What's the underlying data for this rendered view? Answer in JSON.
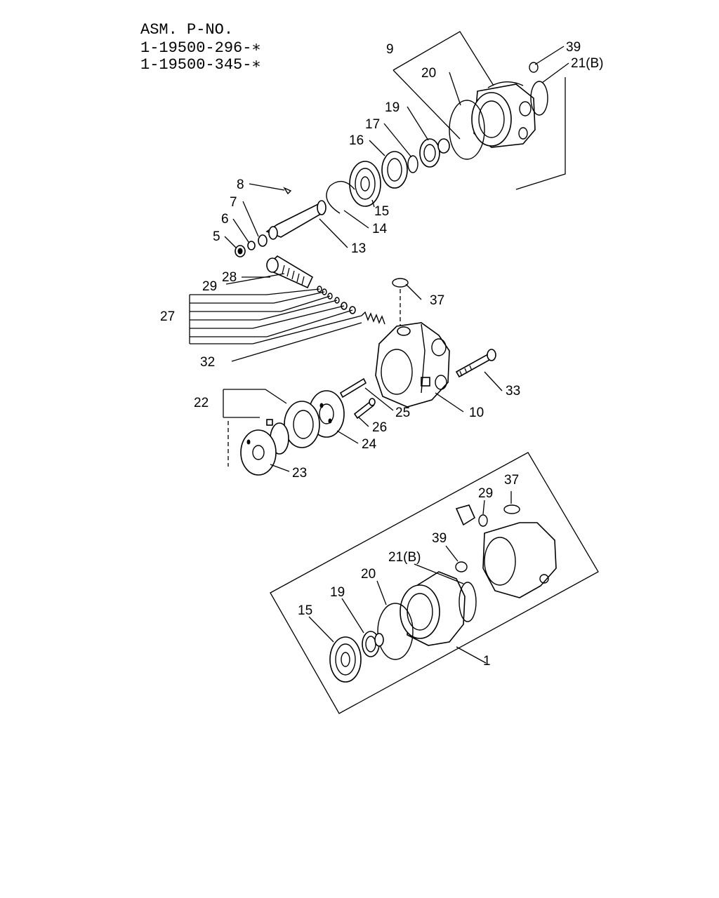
{
  "header": {
    "title": "ASM. P-NO.",
    "part_numbers": [
      "1-19500-296-∗",
      "1-19500-345-∗"
    ]
  },
  "callouts": {
    "c9": "9",
    "c39a": "39",
    "c21a": "21(B)",
    "c20a": "20",
    "c19a": "19",
    "c17": "17",
    "c16": "16",
    "c15a": "15",
    "c8": "8",
    "c7": "7",
    "c6": "6",
    "c5": "5",
    "c14": "14",
    "c13": "13",
    "c28": "28",
    "c29a": "29",
    "c37a": "37",
    "c27": "27",
    "c32": "32",
    "c33": "33",
    "c22": "22",
    "c25": "25",
    "c10": "10",
    "c26": "26",
    "c24": "24",
    "c23": "23",
    "c37b": "37",
    "c29b": "29",
    "c39b": "39",
    "c21b": "21(B)",
    "c20b": "20",
    "c19b": "19",
    "c15b": "15",
    "c1": "1"
  }
}
